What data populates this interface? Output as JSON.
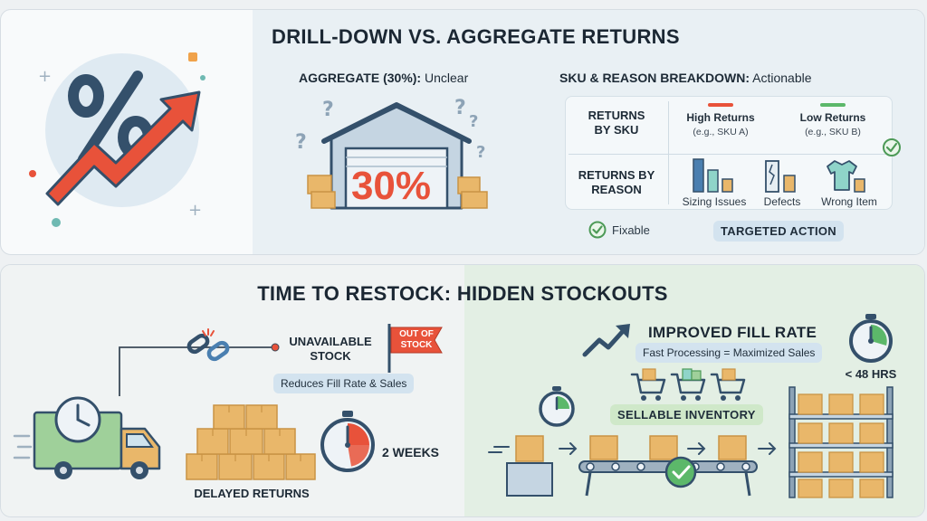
{
  "top": {
    "title": "DRILL-DOWN VS. AGGREGATE RETURNS",
    "aggregate_label": "AGGREGATE (30%):",
    "aggregate_status": "Unclear",
    "warehouse_value": "30%",
    "breakdown_label": "SKU & REASON BREAKDOWN:",
    "breakdown_status": "Actionable",
    "returns_by_sku": [
      "RETURNS",
      "BY SKU"
    ],
    "high_returns": "High Returns",
    "high_example": "(e.g., SKU A)",
    "low_returns": "Low Returns",
    "low_example": "(e.g., SKU B)",
    "returns_by_reason": [
      "RETURNS BY",
      "REASON"
    ],
    "reason_sizing": "Sizing Issues",
    "reason_defects": "Defects",
    "reason_wrong": "Wrong Item",
    "fixable": "Fixable",
    "targeted_action": "TARGETED ACTION"
  },
  "bottom": {
    "title": "TIME TO RESTOCK: HIDDEN STOCKOUTS",
    "unavailable": [
      "UNAVAILABLE",
      "STOCK"
    ],
    "out_of_stock": [
      "OUT OF",
      "STOCK"
    ],
    "reduces": "Reduces Fill Rate & Sales",
    "two_weeks": "2 WEEKS",
    "delayed_returns": "DELAYED RETURNS",
    "improved_fill_rate": "IMPROVED FILL RATE",
    "fast_processing": "Fast Processing = Maximized Sales",
    "under_48": "< 48 HRS",
    "sellable_inventory": "SELLABLE INVENTORY"
  },
  "colors": {
    "orange_red": "#e8523a",
    "navy": "#34506b",
    "box": "#e9b76a",
    "box_dark": "#c99345",
    "green": "#5cb86a",
    "teal": "#6fb9b2",
    "pill_blue": "#d3e3ef",
    "pill_green": "#cfe8c9"
  }
}
